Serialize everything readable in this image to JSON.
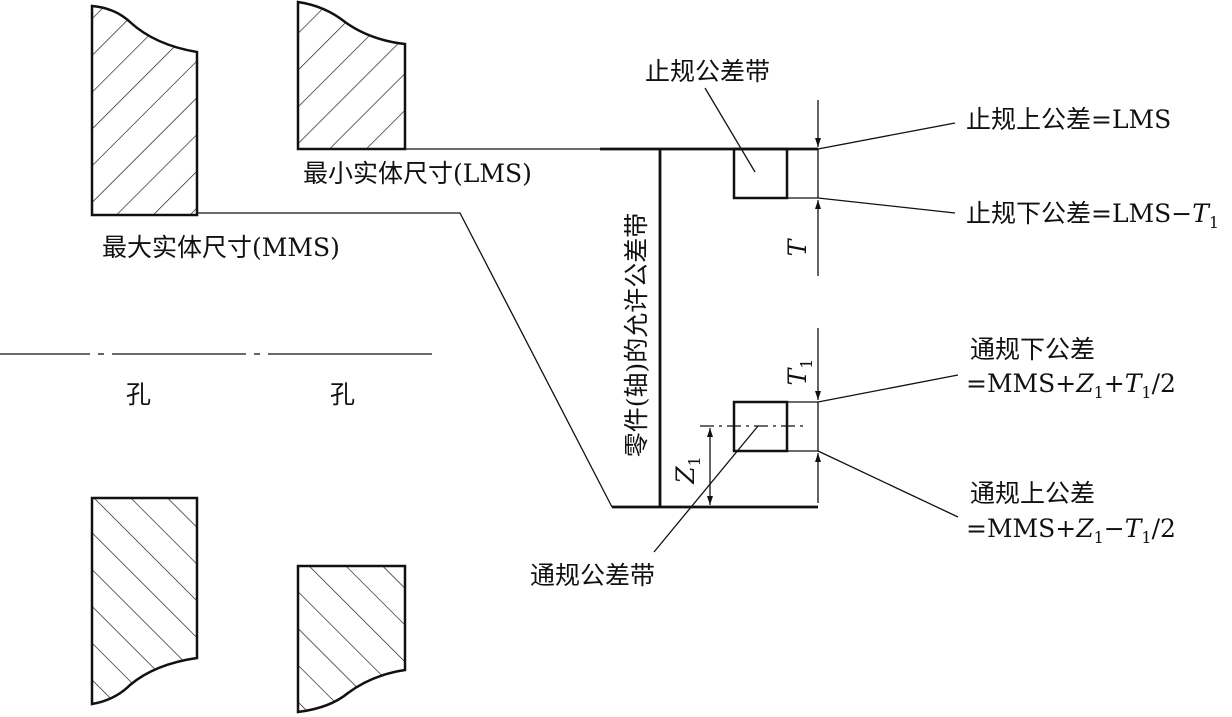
{
  "labels": {
    "lms": "最小实体尺寸(LMS)",
    "mms": "最大实体尺寸(MMS)",
    "hole_left": "孔",
    "hole_right": "孔",
    "part_tolerance_band": "零件(轴)的允许公差带",
    "no_go_band": "止规公差带",
    "go_band": "通规公差带",
    "no_go_upper": "止规上公差=LMS",
    "no_go_lower_prefix": "止规下公差=LMS−",
    "go_lower_title": "通规下公差",
    "go_lower_formula": {
      "a": "=MMS+",
      "b": "+",
      "c": "/2"
    },
    "go_upper_title": "通规上公差",
    "go_upper_formula": {
      "a": "=MMS+",
      "b": "−",
      "c": "/2"
    }
  },
  "symbols": {
    "T": "T",
    "T1_base": "T",
    "T1_sub": "1",
    "Z1_base": "Z",
    "Z1_sub": "1"
  },
  "colors": {
    "stroke": "#111111",
    "background": "#ffffff"
  }
}
